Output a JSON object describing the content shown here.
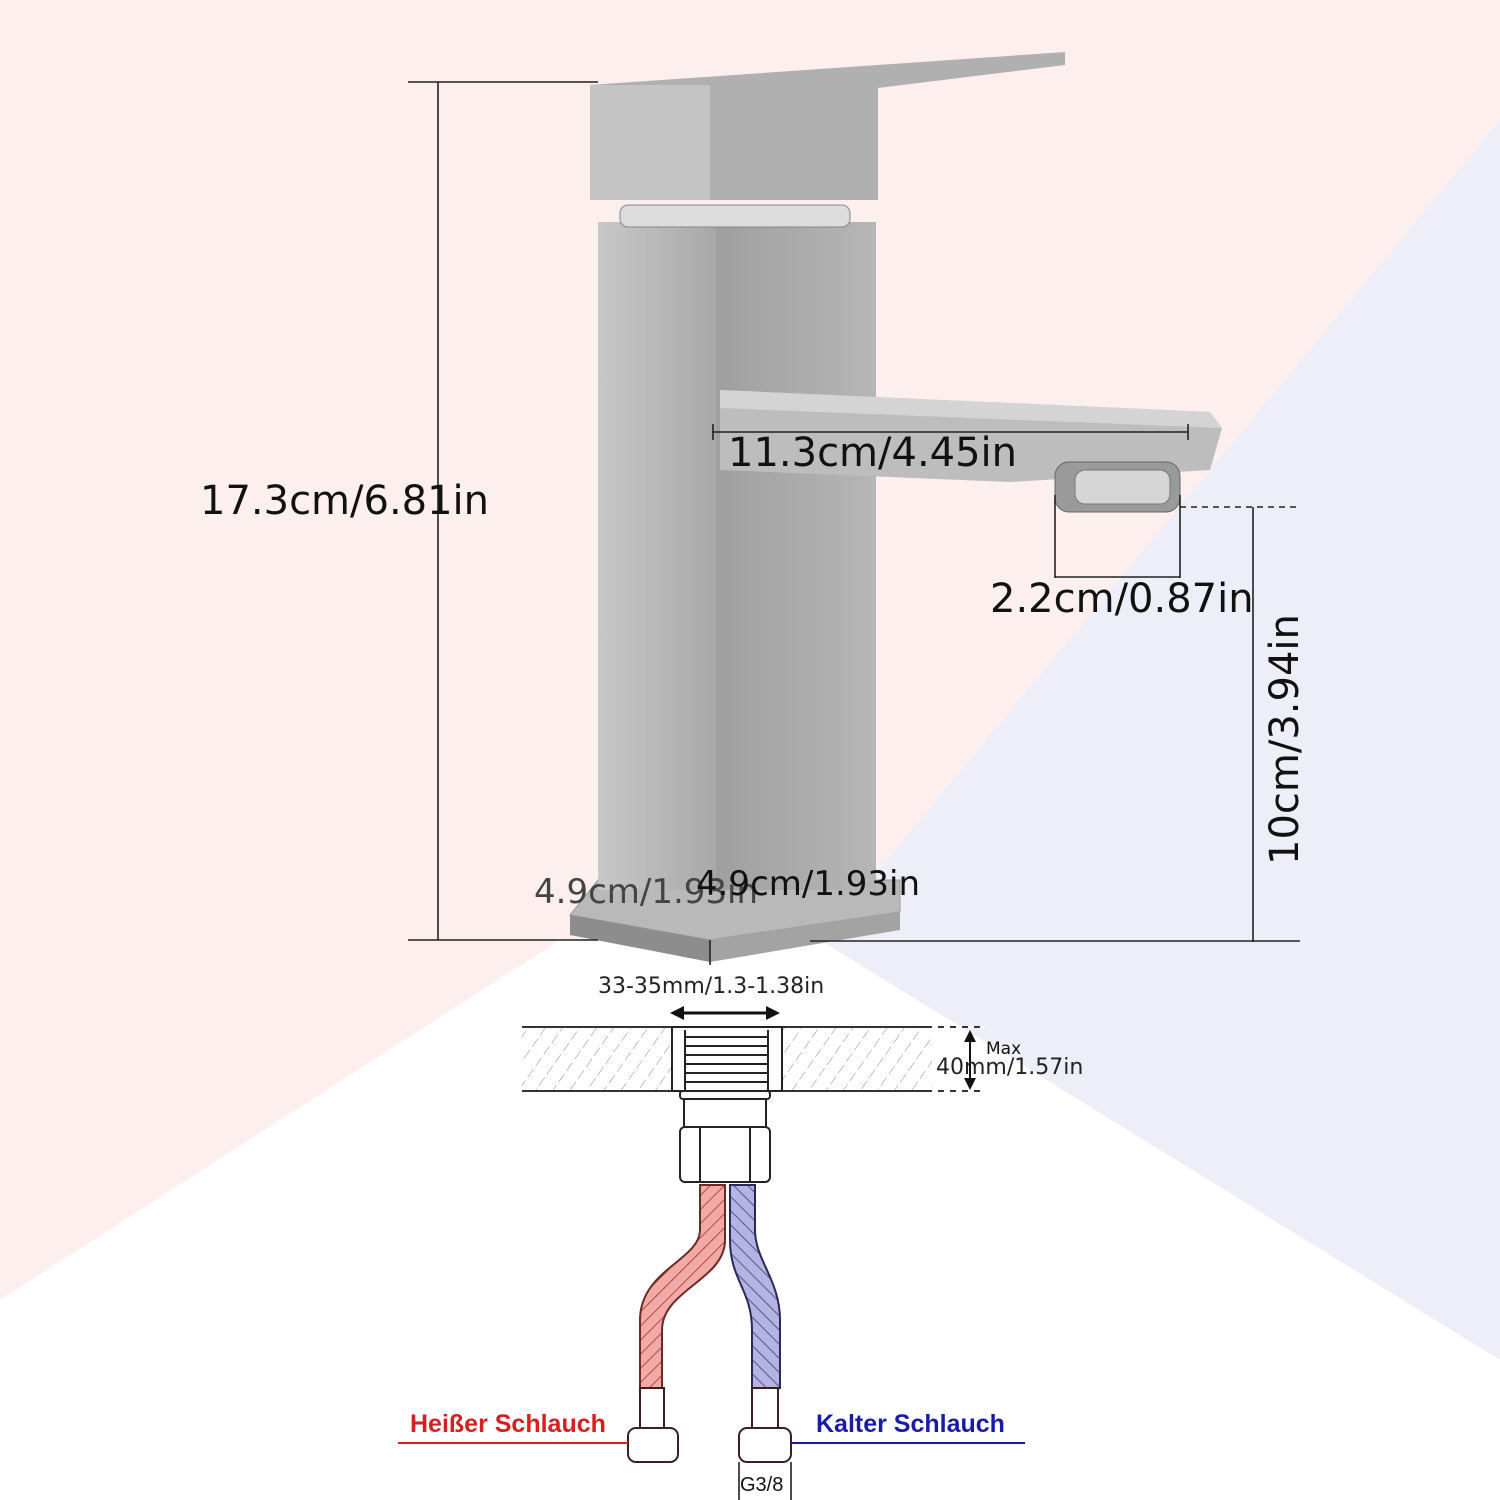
{
  "dimensions": {
    "total_height": "17.3cm/6.81in",
    "spout_length": "11.3cm/4.45in",
    "aerator_diameter": "2.2cm/0.87in",
    "spout_height": "10cm/3.94in",
    "base_width": "4.9cm/1.93in",
    "base_depth": "4.9cm/1.93in",
    "hole_diameter": "33-35mm/1.3-1.38in",
    "max_label": "Max",
    "max_thickness": "40mm/1.57in",
    "thread": "G3/8"
  },
  "hoses": {
    "hot": "Heißer Schlauch",
    "cold": "Kalter Schlauch"
  },
  "colors": {
    "hot": "#d42020",
    "cold": "#1a1aa8",
    "bg_pink": "#fcefee",
    "bg_blue": "#eeeef9",
    "steel": "#a9a9a9"
  }
}
